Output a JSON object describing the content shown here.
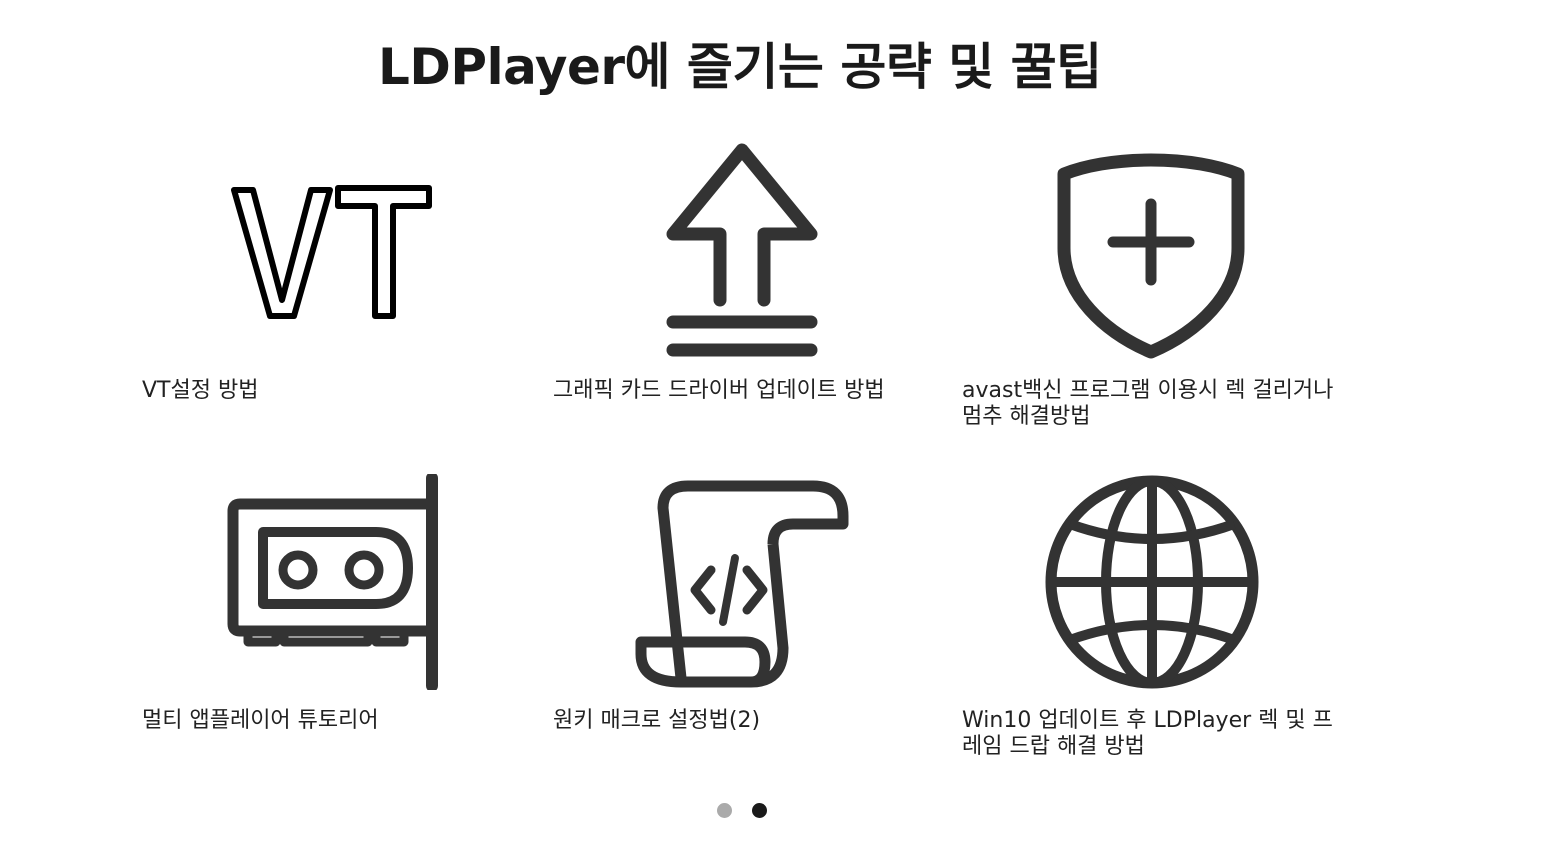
{
  "page": {
    "title": "LDPlayer에 즐기는 공략 및 꿀팁"
  },
  "cards": [
    {
      "label": "VT설정 방법",
      "icon": "vt-icon"
    },
    {
      "label": "그래픽 카드 드라이버 업데이트 방법",
      "icon": "upload-arrow-icon"
    },
    {
      "label": "avast백신 프로그램 이용시 렉 걸리거나 멈추 해결방법",
      "icon": "shield-plus-icon"
    },
    {
      "label": "멀티 앱플레이어 튜토리어",
      "icon": "graphics-card-icon"
    },
    {
      "label": "원키 매크로 설정법(2)",
      "icon": "code-scroll-icon"
    },
    {
      "label": "Win10 업데이트 후 LDPlayer 렉 및 프레임 드랍 해결 방법",
      "icon": "globe-icon"
    }
  ],
  "pagination": {
    "pages": 2,
    "current": 2,
    "active_color": "#1a1a1a",
    "inactive_color": "#aaaaaa"
  },
  "colors": {
    "icon": "#333333",
    "text": "#222222"
  }
}
